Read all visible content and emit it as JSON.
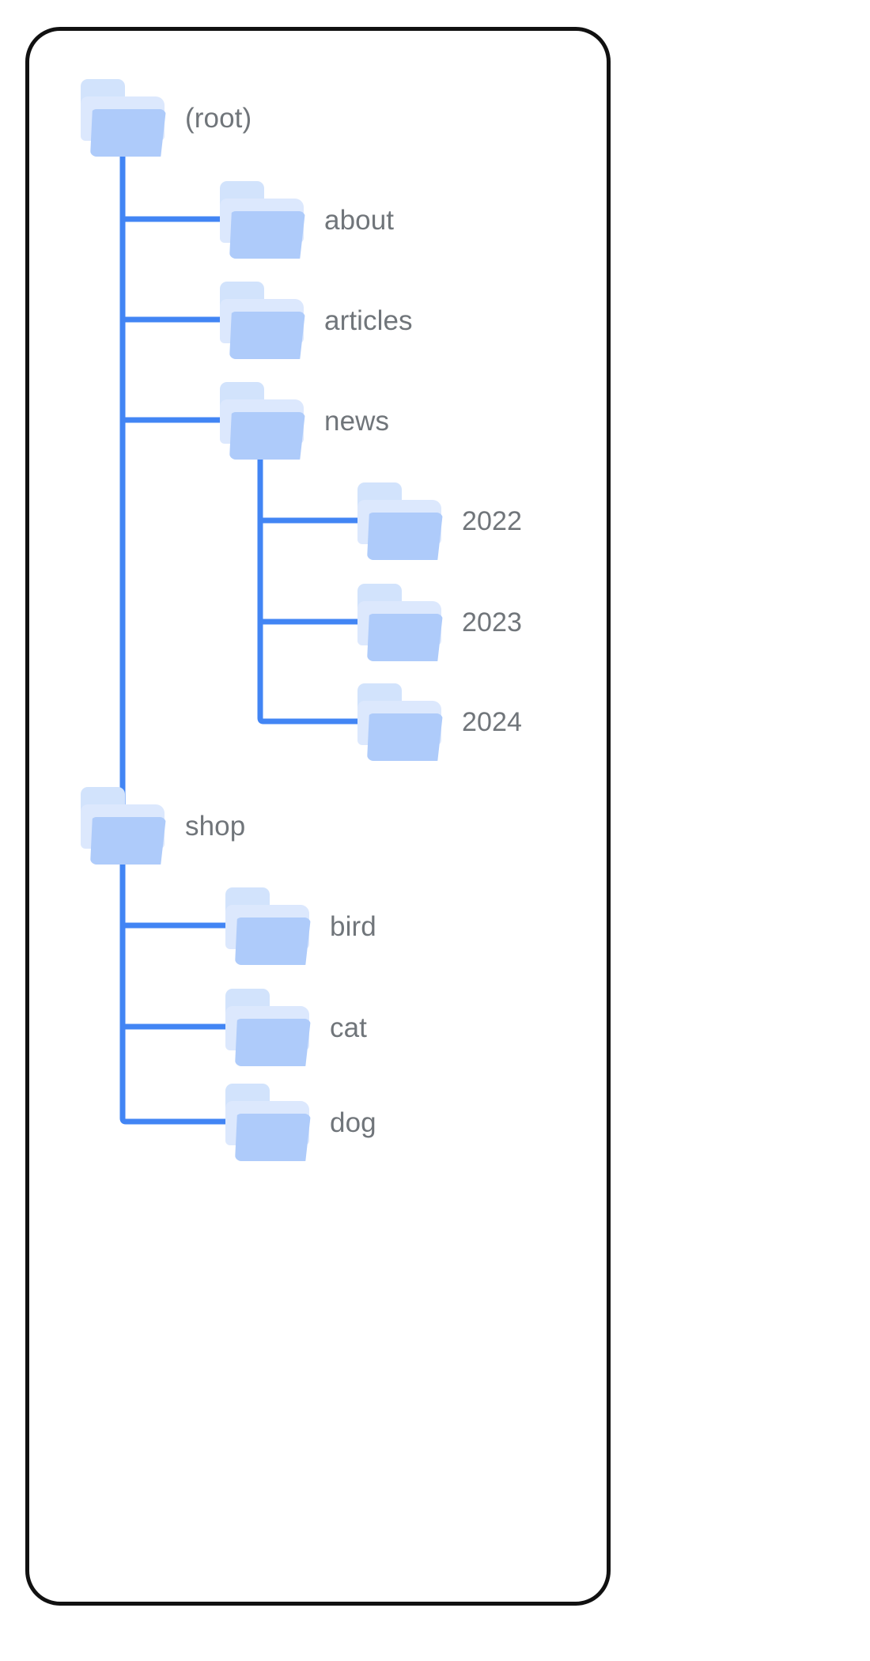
{
  "diagram": {
    "kind": "folder-tree",
    "title": "",
    "colors": {
      "connector": "#4285F4",
      "folder_front": "#AECBFA",
      "folder_mid": "#DCE8FD",
      "folder_back": "#D2E3FC",
      "label_text": "#70757A",
      "card_border": "#111111",
      "background": "#FFFFFF"
    },
    "nodes": [
      {
        "id": "root",
        "label": "(root)",
        "depth": 0
      },
      {
        "id": "about",
        "label": "about",
        "depth": 1
      },
      {
        "id": "articles",
        "label": "articles",
        "depth": 1
      },
      {
        "id": "news",
        "label": "news",
        "depth": 1
      },
      {
        "id": "news2022",
        "label": "2022",
        "depth": 2
      },
      {
        "id": "news2023",
        "label": "2023",
        "depth": 2
      },
      {
        "id": "news2024",
        "label": "2024",
        "depth": 2
      },
      {
        "id": "shop",
        "label": "shop",
        "depth": 1
      },
      {
        "id": "bird",
        "label": "bird",
        "depth": 2
      },
      {
        "id": "cat",
        "label": "cat",
        "depth": 2
      },
      {
        "id": "dog",
        "label": "dog",
        "depth": 2
      }
    ],
    "edges": [
      {
        "from": "root",
        "to": "about"
      },
      {
        "from": "root",
        "to": "articles"
      },
      {
        "from": "root",
        "to": "news"
      },
      {
        "from": "root",
        "to": "shop"
      },
      {
        "from": "news",
        "to": "news2022"
      },
      {
        "from": "news",
        "to": "news2023"
      },
      {
        "from": "news",
        "to": "news2024"
      },
      {
        "from": "shop",
        "to": "bird"
      },
      {
        "from": "shop",
        "to": "cat"
      },
      {
        "from": "shop",
        "to": "dog"
      }
    ]
  }
}
